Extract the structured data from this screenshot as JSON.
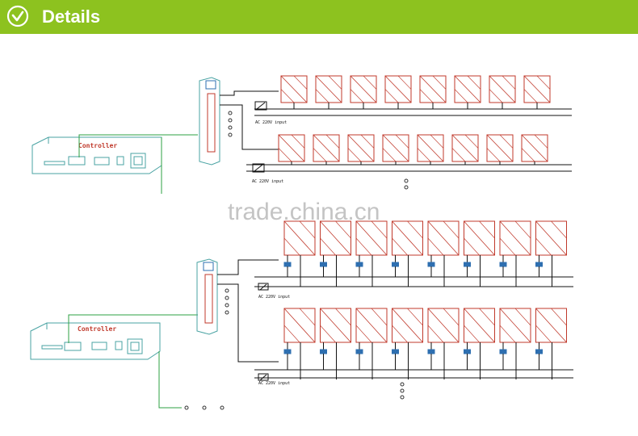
{
  "header": {
    "title": "Details",
    "accent": "#8dc21f",
    "icon": "check-circle-icon"
  },
  "diagram": {
    "controller_label": "Controller",
    "input_label_1": "AC 220V input",
    "input_label_2": "AC 220V input",
    "input_label_3": "AC 220V input",
    "input_label_4": "AC 220V input",
    "watermark": "trade.china.cn",
    "colors": {
      "line": "#1a1a1a",
      "module": "#c0392b",
      "controller": "#4aa3a3",
      "wire": "#2ea043",
      "label": "#c0392b"
    }
  }
}
